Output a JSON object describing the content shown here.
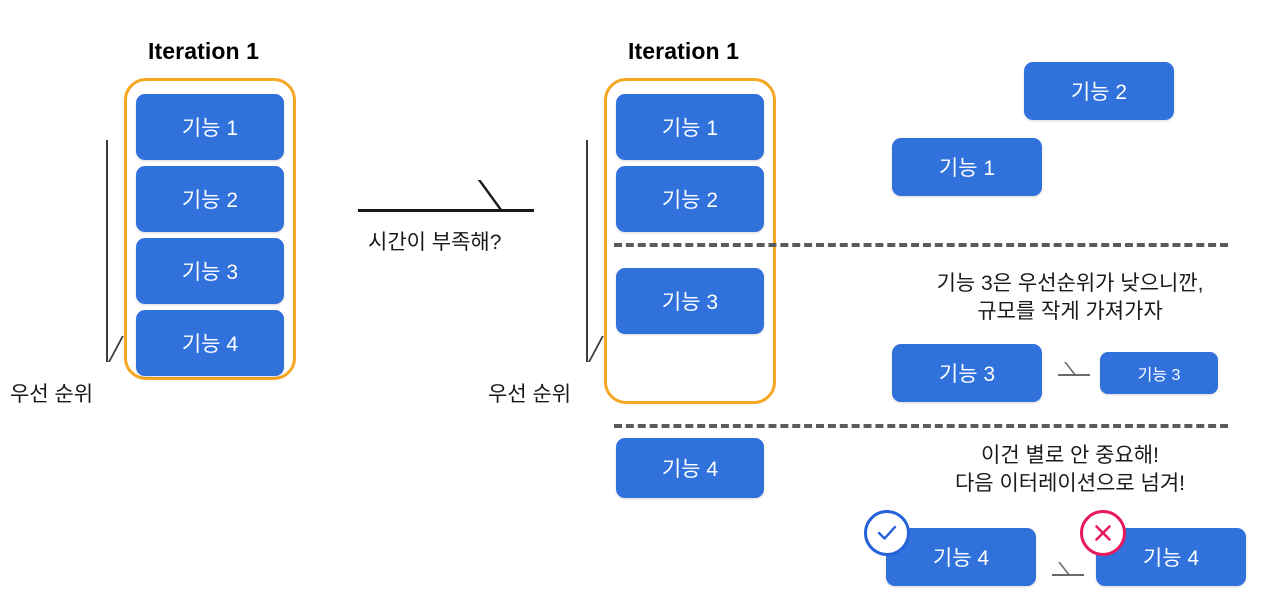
{
  "labels": {
    "iteration_title": "Iteration 1",
    "priority": "우선 순위",
    "time_short": "시간이 부족해?",
    "note_feature3": "기능 3은 우선순위가 낮으니깐,\n규모를 작게 가져가자",
    "note_feature4": "이건 별로 안 중요해!\n다음 이터레이션으로 넘겨!"
  },
  "colors": {
    "card_blue": "#3071DB",
    "container_orange": "#F5A623",
    "dashed_gray": "#5B5B5B",
    "badge_check_blue": "#2663D8",
    "badge_cross_pink": "#E81A5E",
    "text_dark": "#1A1A1A",
    "background": "#FFFFFF"
  },
  "column_left": {
    "title": "Iteration 1",
    "priority_label": "우선 순위",
    "cards": [
      {
        "label": "기능 1"
      },
      {
        "label": "기능 2"
      },
      {
        "label": "기능 3"
      },
      {
        "label": "기능 4"
      }
    ]
  },
  "transition": {
    "label": "시간이 부족해?",
    "icon": "right-arrow-icon"
  },
  "column_right": {
    "title": "Iteration 1",
    "priority_label": "우선 순위",
    "in_scope_cards": [
      {
        "label": "기능 1"
      },
      {
        "label": "기능 2"
      },
      {
        "label": "기능 3"
      }
    ],
    "out_of_scope_cards": [
      {
        "label": "기능 4"
      }
    ]
  },
  "band_top": {
    "cards": [
      {
        "label": "기능 2"
      },
      {
        "label": "기능 1"
      }
    ]
  },
  "band_middle": {
    "note": "기능 3은 우선순위가 낮으니깐,\n규모를 작게 가져가자",
    "before_card": {
      "label": "기능 3"
    },
    "arrow_icon": "shrink-arrow-icon",
    "after_card": {
      "label": "기능 3"
    }
  },
  "band_bottom": {
    "note": "이건 별로 안 중요해!\n다음 이터레이션으로 넘겨!",
    "before_card": {
      "label": "기능 4",
      "badge": "check-icon"
    },
    "arrow_icon": "shrink-arrow-icon",
    "after_card": {
      "label": "기능 4",
      "badge": "cross-icon"
    }
  }
}
